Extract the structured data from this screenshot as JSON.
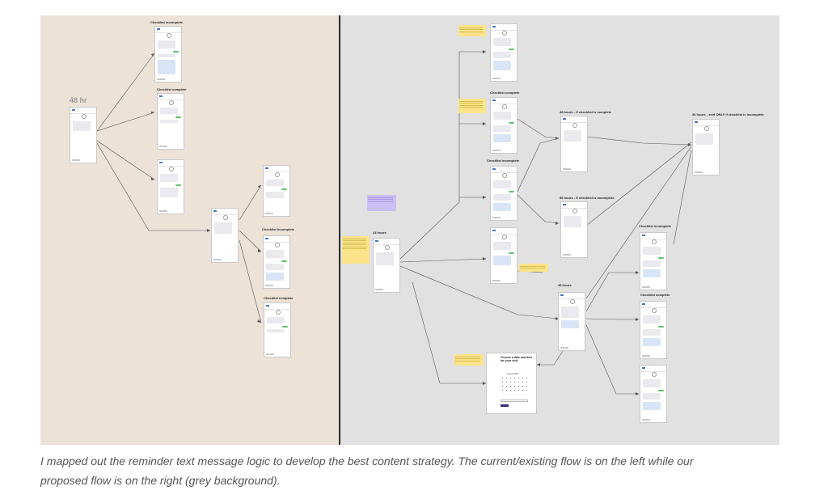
{
  "labels": {
    "l_title1": "Checklist incomplete",
    "l_title2": "Checklist complete",
    "l_title3": "Checklist incomplete",
    "l_title4": "Checklist complete",
    "l_48hr": "48 hr",
    "r_title1": "Checklist complete",
    "r_title2": "Checklist incomplete",
    "r_title3": "48 hours - if checklist is complete",
    "r_title4": "96 hours - if checklist is incomplete",
    "r_title5": "36 hours - sent ONLY if checklist is incomplete",
    "r_title6": "Checklist incomplete",
    "r_title7": "Checklist complete",
    "r_24h": "24 hours",
    "r_48h": "48 hours"
  },
  "calendar": {
    "title": "Choose a date and time for your visit",
    "month": "August 2022"
  },
  "caption": {
    "line1": "I mapped out the reminder text message logic to develop the best content strategy. The current/existing flow is on the left while our",
    "line2": "proposed flow is on the right (grey background)."
  },
  "colors": {
    "left_background": "#ece2d8",
    "right_background": "#e1e1e1",
    "sticky_note": "#fbe38a",
    "sticky_note_purple": "#c9bff4",
    "reply_bubble": "#5fc66f"
  }
}
